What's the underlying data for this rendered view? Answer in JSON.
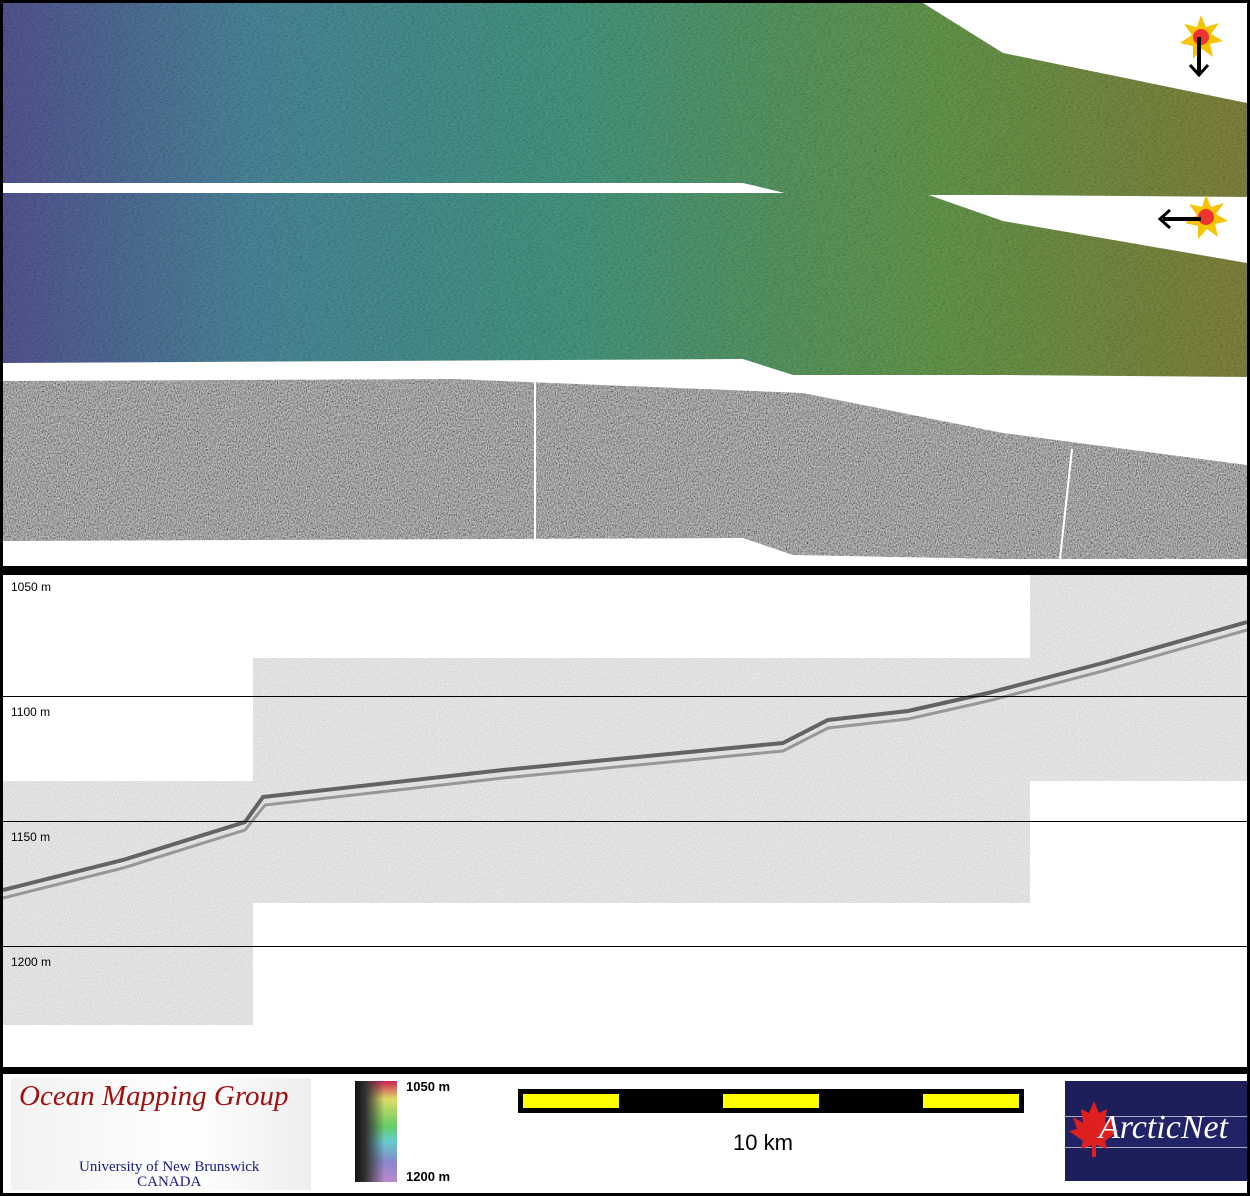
{
  "profile": {
    "depth_labels": [
      "1050 m",
      "1100 m",
      "1150 m",
      "1200 m"
    ]
  },
  "legend": {
    "colorbar_top": "1050 m",
    "colorbar_bottom": "1200 m",
    "scale_label": "10 km"
  },
  "logos": {
    "omg_title": "Ocean Mapping Group",
    "omg_univ": "University of New Brunswick",
    "omg_country": "CANADA",
    "arcticnet": "ArcticNet"
  },
  "illumination": {
    "panel1": "sun-from-north",
    "panel2": "sun-from-east"
  },
  "colors": {
    "scale_yellow": "#ffff00",
    "omg_red": "#a01010",
    "arcticnet_navy": "#1c1f5a"
  }
}
